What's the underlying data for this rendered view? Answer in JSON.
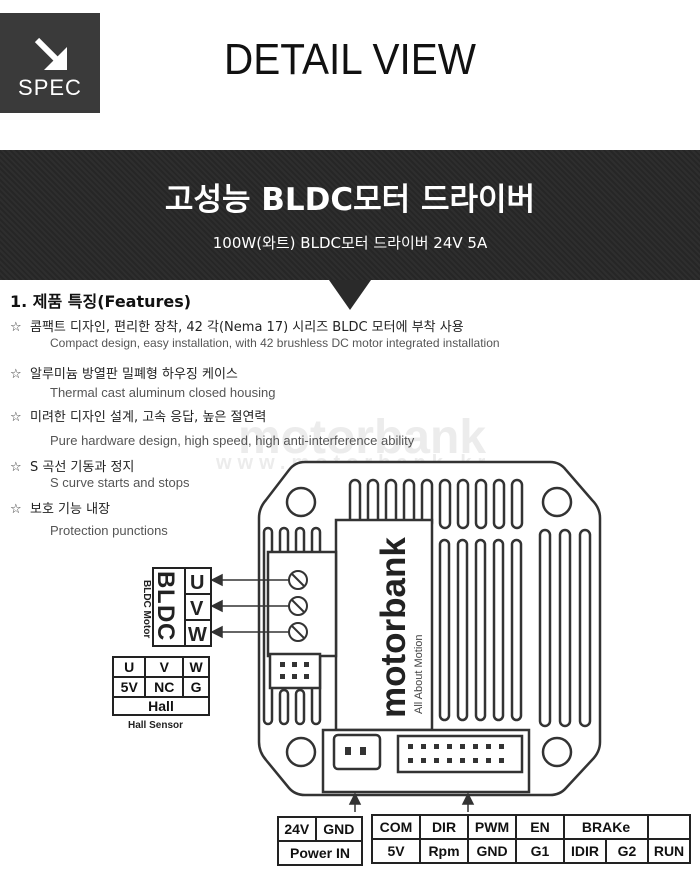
{
  "header": {
    "badge_label": "SPEC",
    "badge_icon": "arrow-down-right-icon",
    "title": "DETAIL VIEW"
  },
  "banner": {
    "title": "고성능 BLDC모터 드라이버",
    "subtitle": "100W(와트) BLDC모터 드라이버 24V 5A"
  },
  "features": {
    "heading": "1. 제품 특징(Features)",
    "star": "☆",
    "items": [
      {
        "ko": "콤팩트 디자인, 편리한 장착, 42 각(Nema 17) 시리즈 BLDC 모터에 부착 사용",
        "en": "Compact design, easy installation, with 42 brushless DC motor integrated installation"
      },
      {
        "ko": "알루미늄 방열판 밀폐형 하우징 케이스",
        "en": "Thermal cast aluminum closed housing"
      },
      {
        "ko": "미려한 디자인 설계, 고속 응답, 높은 절연력",
        "en": "Pure hardware design, high speed, high anti-interference ability"
      },
      {
        "ko": "S 곡선 기동과 정지",
        "en": "S curve starts and stops"
      },
      {
        "ko": "보호 기능 내장",
        "en": "Protection punctions"
      }
    ]
  },
  "watermark": {
    "brand": "motorbank",
    "url": "www.motorbank.kr"
  },
  "device": {
    "logo": "motorbank",
    "slogan": "All About Motion"
  },
  "motor_block": {
    "caption": "BLDC Motor",
    "letters": [
      "B",
      "L",
      "D",
      "C"
    ],
    "pins": [
      "U",
      "V",
      "W"
    ]
  },
  "hall_table": {
    "row1": [
      "U",
      "V",
      "W"
    ],
    "row2": [
      "5V",
      "NC",
      "G"
    ],
    "row3": "Hall",
    "caption": "Hall Sensor"
  },
  "power_table": {
    "row1": [
      "24V",
      "GND"
    ],
    "row2": "Power IN"
  },
  "signal_table": {
    "row1": [
      "COM",
      "DIR",
      "PWM",
      "EN",
      "BRAKe",
      ""
    ],
    "row2": [
      "5V",
      "Rpm",
      "GND",
      "G1",
      "IDIR",
      "G2",
      "RUN"
    ]
  }
}
